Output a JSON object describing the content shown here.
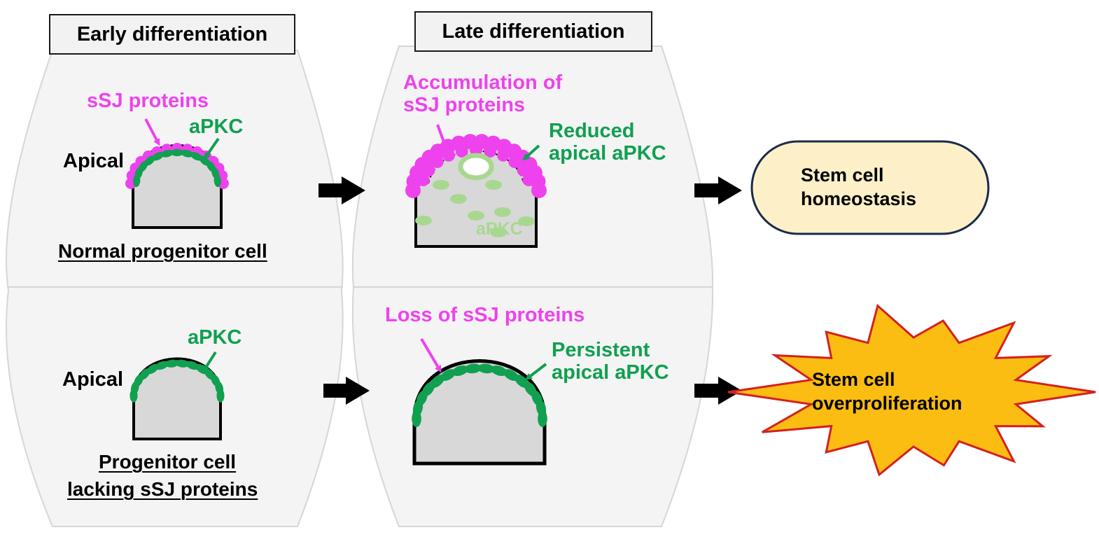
{
  "headers": {
    "early": "Early differentiation",
    "late": "Late differentiation"
  },
  "top_row": {
    "early": {
      "ssj_label": "sSJ proteins",
      "apkc_label": "aPKC",
      "apical_label": "Apical",
      "caption": "Normal progenitor cell"
    },
    "late": {
      "accumulation_label_line1": "Accumulation of",
      "accumulation_label_line2": "sSJ proteins",
      "reduced_label_line1": "Reduced",
      "reduced_label_line2": "apical aPKC",
      "cytoplasm_apkc_label": "aPKC"
    },
    "outcome_line1": "Stem cell",
    "outcome_line2": "homeostasis"
  },
  "bottom_row": {
    "early": {
      "apkc_label": "aPKC",
      "apical_label": "Apical",
      "caption_line1": "Progenitor cell",
      "caption_line2": "lacking sSJ proteins"
    },
    "late": {
      "loss_label": "Loss of sSJ proteins",
      "persistent_label_line1": "Persistent",
      "persistent_label_line2": "apical aPKC"
    },
    "outcome_line1": "Stem cell",
    "outcome_line2": "overproliferation"
  },
  "colors": {
    "ssj_magenta": "#ee42ee",
    "apkc_green": "#10a050",
    "light_green": "#a8d890",
    "cell_gray": "#d8d8d8",
    "homeostasis_fill": "#fdf0c8",
    "burst_fill": "#fbbd12",
    "burst_stroke": "#d42020"
  }
}
